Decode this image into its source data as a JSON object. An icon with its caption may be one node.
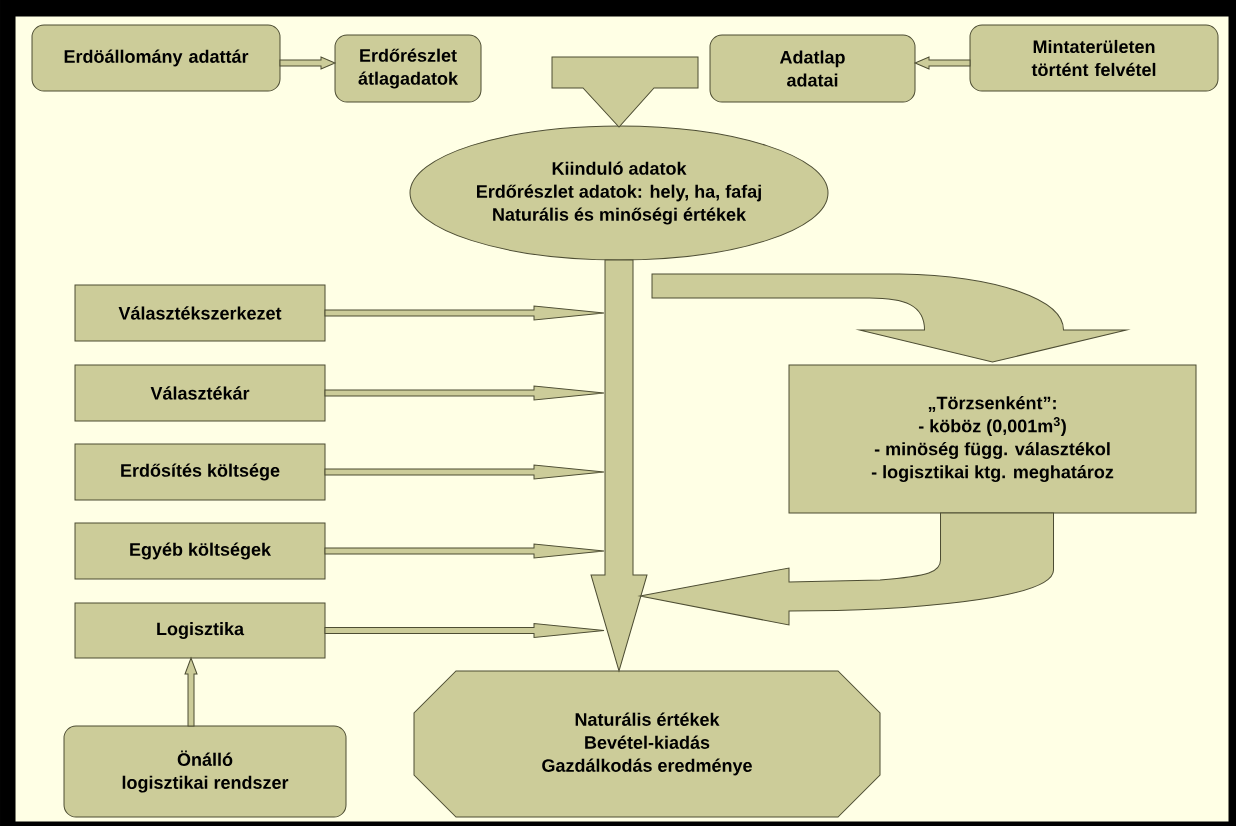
{
  "diagram": {
    "nodes": [
      {
        "text": [
          "Erdöállomány adattár"
        ]
      },
      {
        "text": [
          "Erdőrészlet átlagadatok"
        ]
      },
      {
        "text": [
          "Adatlap adatai"
        ]
      },
      {
        "text": [
          "Mintaterületen történt felvétel"
        ]
      },
      {
        "text": [
          "Kiinduló adatok",
          "Erdőrészlet adatok: hely, ha, fafaj",
          "Naturális és minőségi értékek"
        ]
      },
      {
        "text": [
          "„Törzsenként”:",
          "- köböz (0,001m$^{3}$)",
          "- minöség függ. választékol",
          "- logisztikai ktg. meghatároz"
        ]
      },
      {
        "text": [
          "Választékszerkezet"
        ]
      },
      {
        "text": [
          "Választékár"
        ]
      },
      {
        "text": [
          "Erdősítés költsége"
        ]
      },
      {
        "text": [
          "Egyéb költségek"
        ]
      },
      {
        "text": [
          "Logisztika"
        ]
      },
      {
        "text": [
          "Önálló",
          "logisztikai rendszer"
        ]
      },
      {
        "text": [
          "Naturális értékek",
          "Bevétel-kiadás",
          "Gazdálkodás eredménye"
        ]
      }
    ],
    "edges": [
      {
        "from": 0,
        "to": 1,
        "arrow": "to"
      },
      {
        "from": 3,
        "to": 2,
        "arrow": "to"
      },
      {
        "from": null,
        "to": 4,
        "arrow": "to"
      },
      {
        "from": 4,
        "to": 12,
        "arrow": "to"
      },
      {
        "from": 4,
        "to": 5,
        "arrow": "to"
      },
      {
        "from": 5,
        "to": null,
        "arrow": "to"
      },
      {
        "from": 6,
        "to": null,
        "arrow": "to"
      },
      {
        "from": 7,
        "to": null,
        "arrow": "to"
      },
      {
        "from": 8,
        "to": null,
        "arrow": "to"
      },
      {
        "from": 9,
        "to": null,
        "arrow": "to"
      },
      {
        "from": 10,
        "to": null,
        "arrow": "to"
      },
      {
        "from": 11,
        "to": 10,
        "arrow": "to"
      }
    ]
  }
}
